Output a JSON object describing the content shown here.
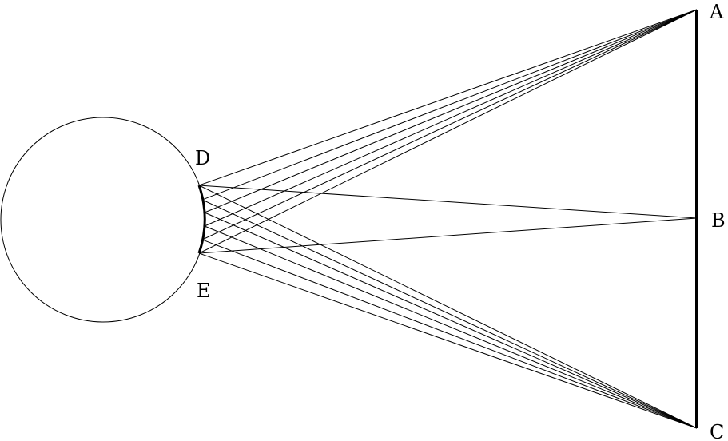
{
  "labels": {
    "a": "A",
    "b": "B",
    "c": "C",
    "d": "D",
    "e": "E"
  },
  "colors": {
    "stroke": "#000000",
    "background": "#ffffff"
  }
}
